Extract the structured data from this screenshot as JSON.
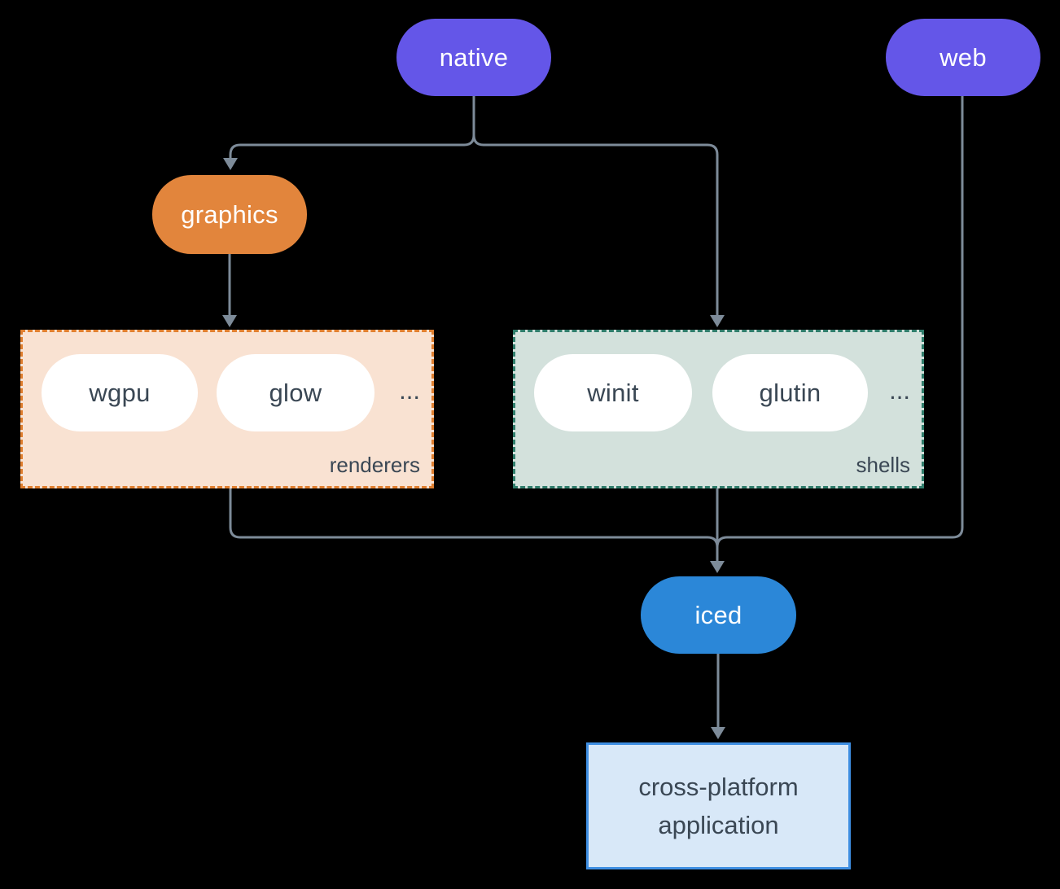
{
  "nodes": {
    "native": {
      "label": "native"
    },
    "web": {
      "label": "web"
    },
    "graphics": {
      "label": "graphics"
    },
    "iced": {
      "label": "iced"
    },
    "application": {
      "line1": "cross-platform",
      "line2": "application"
    }
  },
  "groups": {
    "renderers": {
      "label": "renderers",
      "items": [
        "wgpu",
        "glow"
      ],
      "more": "..."
    },
    "shells": {
      "label": "shells",
      "items": [
        "winit",
        "glutin"
      ],
      "more": "..."
    }
  },
  "colors": {
    "background": "#000000",
    "purple": "#6456e8",
    "orange": "#e2853c",
    "blue": "#2b87d8",
    "line": "#7d8b99",
    "renderers_fill": "#f9e2d2",
    "renderers_border": "#e07f2f",
    "shells_fill": "#d3e1dc",
    "shells_border": "#2f7d6b",
    "dark_text": "#3a4754",
    "white_pill": "#ffffff",
    "app_fill": "#d8e8f8",
    "app_border": "#3e8ee2"
  }
}
